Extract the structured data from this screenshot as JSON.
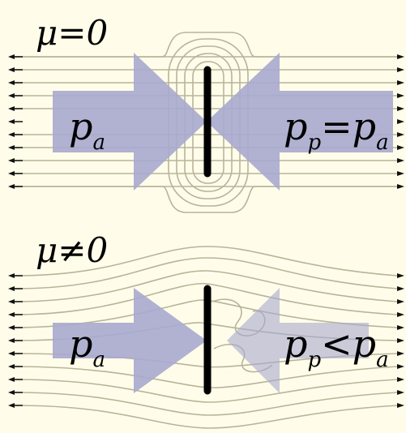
{
  "colors": {
    "background": "#fffde9",
    "streamline": "#b9b39b",
    "pressure_arrow": "#a9a9cf",
    "plate": "#000000"
  },
  "panels": [
    {
      "id": "inviscid",
      "label": "μ=0",
      "left_pressure": {
        "symbol": "p",
        "subscript": "a"
      },
      "right_pressure": {
        "symbol": "p",
        "subscript": "p",
        "relation": "=",
        "rhs_symbol": "p",
        "rhs_subscript": "a"
      }
    },
    {
      "id": "viscous",
      "label": "μ≠0",
      "left_pressure": {
        "symbol": "p",
        "subscript": "a"
      },
      "right_pressure": {
        "symbol": "p",
        "subscript": "p",
        "relation": "<",
        "rhs_symbol": "p",
        "rhs_subscript": "a"
      }
    }
  ]
}
